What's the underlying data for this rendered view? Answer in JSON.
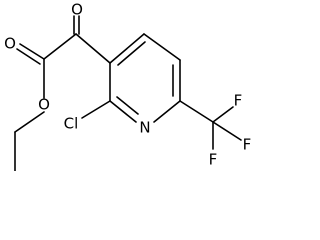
{
  "molecule": {
    "atoms": {
      "o_ketone": "O",
      "o_ester_carbonyl": "O",
      "o_ester_single": "O",
      "cl": "Cl",
      "n_ring": "N",
      "f_top": "F",
      "f_right": "F",
      "f_bottom": "F"
    }
  }
}
